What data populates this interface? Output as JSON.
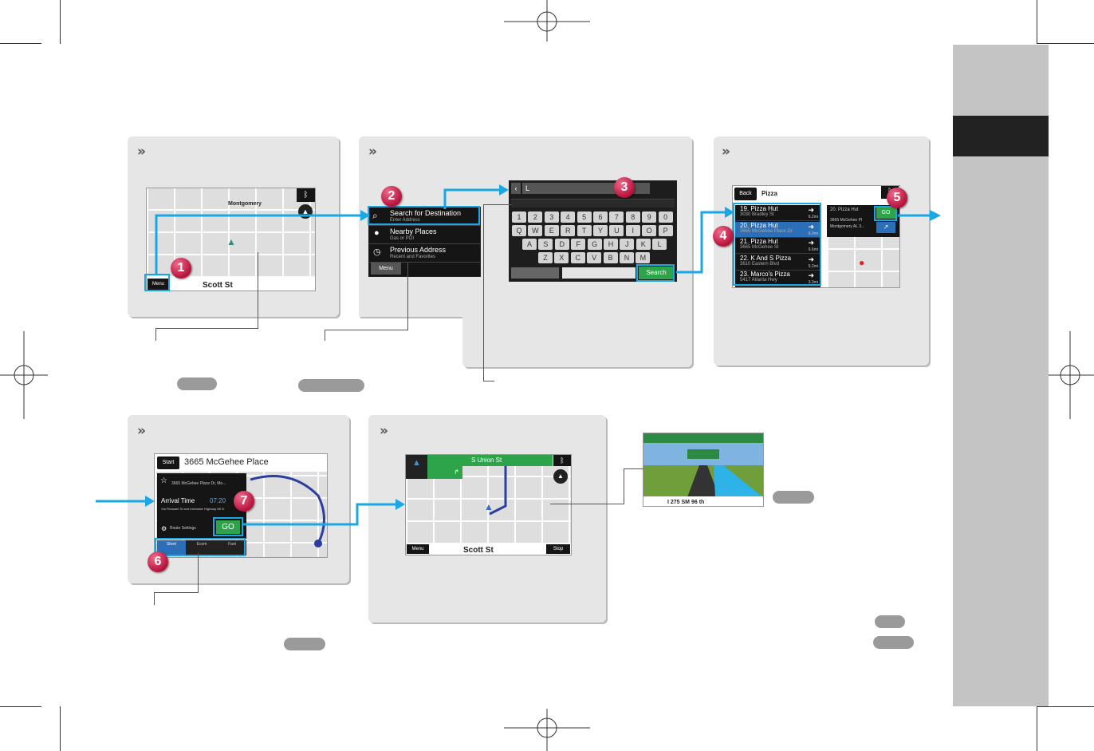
{
  "colors": {
    "accent": "#1aa7e4",
    "badge": "#c0183f",
    "panel": "#e6e6e6",
    "sidebar": "#c4c4c4",
    "sidebar_tab": "#222222"
  },
  "badges": [
    "1",
    "2",
    "3",
    "4",
    "5",
    "6",
    "7"
  ],
  "screen1": {
    "menu_label": "Menu",
    "street": "Scott St",
    "city_label": "Montgomery"
  },
  "screen2": {
    "items": [
      {
        "title": "Search for Destination",
        "sub": "Enter Address"
      },
      {
        "title": "Nearby Places",
        "sub": "Gas or POI"
      },
      {
        "title": "Previous Address",
        "sub": "Recent and Favorites"
      }
    ],
    "menu_label": "Menu"
  },
  "keyboard": {
    "input_value": "L",
    "rows": [
      [
        "1",
        "2",
        "3",
        "4",
        "5",
        "6",
        "7",
        "8",
        "9",
        "0"
      ],
      [
        "Q",
        "W",
        "E",
        "R",
        "T",
        "Y",
        "U",
        "I",
        "O",
        "P"
      ],
      [
        "A",
        "S",
        "D",
        "F",
        "G",
        "H",
        "J",
        "K",
        "L"
      ],
      [
        "Z",
        "X",
        "C",
        "V",
        "B",
        "N",
        "M"
      ]
    ],
    "search_label": "Search"
  },
  "results": {
    "back_label": "Back",
    "query": "Pizza",
    "items": [
      {
        "title": "19. Pizza Hut",
        "sub": "3030 Bradley St",
        "dist": "6.2mi"
      },
      {
        "title": "20. Pizza Hut",
        "sub": "3665 McGehee Place Dr.",
        "dist": "6.0mi"
      },
      {
        "title": "21. Pizza Hut",
        "sub": "3665 McGehee St",
        "dist": "6.6mi"
      },
      {
        "title": "22. K And S Pizza",
        "sub": "3610 Eastern Blvd",
        "dist": "5.2mi"
      },
      {
        "title": "23. Marco's Pizza",
        "sub": "5417 Atlanta Hwy",
        "dist": "3.3mi"
      }
    ],
    "detail_title": "20. Pizza Hut",
    "detail_addr": "3665 McGehee Pl",
    "detail_city": "Montgomery AL 3...",
    "go_label": "GO"
  },
  "route": {
    "start_label": "Start",
    "address": "3665 McGehee Place",
    "addr_sub": "3665 McGehee Place Dr, Mo...",
    "arrival_label": "Arrival Time",
    "arrival_time": "07:20",
    "via_text": "Via Pleasant St and Interstate Highway 85 N",
    "settings_label": "Route Settings",
    "go_label": "GO",
    "tabs": [
      "Short",
      "Ecom",
      "Fast"
    ]
  },
  "guidance": {
    "street_top": "S Union St",
    "street_bottom": "Scott St",
    "menu_label": "Menu",
    "stop_label": "Stop"
  },
  "junction": {
    "road_label": "I 275 SM 96 th"
  }
}
